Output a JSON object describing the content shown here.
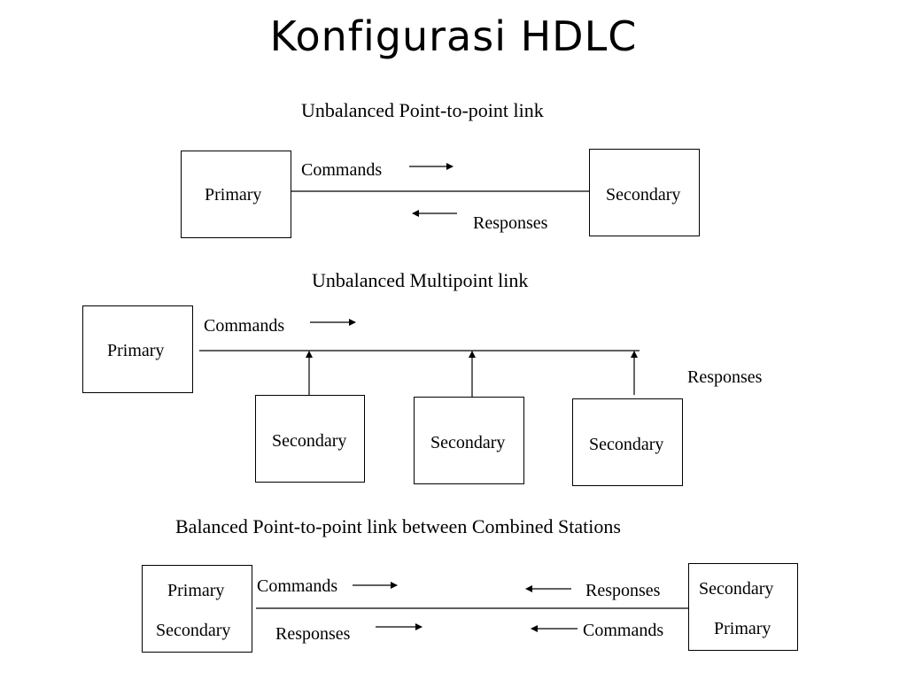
{
  "title": "Konfigurasi HDLC",
  "sections": [
    {
      "title": "Unbalanced Point-to-point link",
      "primary": "Primary",
      "secondary": "Secondary",
      "commands": "Commands",
      "responses": "Responses"
    },
    {
      "title": "Unbalanced Multipoint link",
      "primary": "Primary",
      "commands": "Commands",
      "responses": "Responses",
      "secondaries": [
        "Secondary",
        "Secondary",
        "Secondary"
      ]
    },
    {
      "title": "Balanced Point-to-point link between Combined Stations",
      "left_station": {
        "line1": "Primary",
        "line2": "Secondary"
      },
      "right_station": {
        "line1": "Secondary",
        "line2": "Primary"
      },
      "left_commands": "Commands",
      "left_responses": "Responses",
      "right_responses": "Responses",
      "right_commands": "Commands"
    }
  ]
}
